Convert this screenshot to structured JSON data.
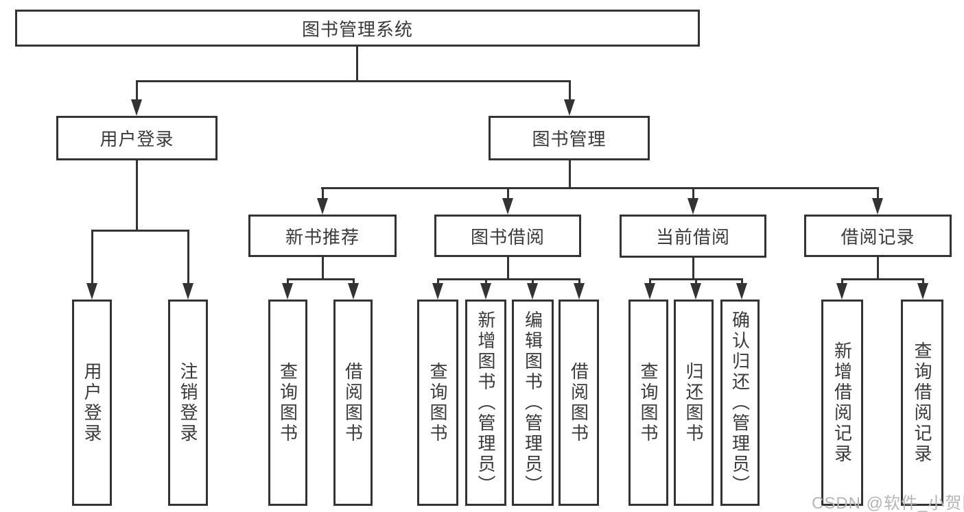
{
  "diagram": {
    "root": {
      "label": "图书管理系统"
    },
    "branches": [
      {
        "label": "用户登录",
        "children": [
          {
            "label": "用户登录"
          },
          {
            "label": "注销登录"
          }
        ]
      },
      {
        "label": "图书管理",
        "children": [
          {
            "label": "新书推荐",
            "children": [
              {
                "label": "查询图书"
              },
              {
                "label": "借阅图书"
              }
            ]
          },
          {
            "label": "图书借阅",
            "children": [
              {
                "label": "查询图书"
              },
              {
                "label": "新增图书（管理员）"
              },
              {
                "label": "编辑图书（管理员）"
              },
              {
                "label": "借阅图书"
              }
            ]
          },
          {
            "label": "当前借阅",
            "children": [
              {
                "label": "查询图书"
              },
              {
                "label": "归还图书"
              },
              {
                "label": "确认归还（管理员）"
              }
            ]
          },
          {
            "label": "借阅记录",
            "children": [
              {
                "label": "新增借阅记录"
              },
              {
                "label": "查询借阅记录"
              }
            ]
          }
        ]
      }
    ]
  },
  "watermark": {
    "text": "CSDN @软件_小贺同学"
  },
  "colors": {
    "line": "#333333",
    "text": "#3a3a3a",
    "background": "#ffffff",
    "watermark": "#b6b6b6"
  }
}
